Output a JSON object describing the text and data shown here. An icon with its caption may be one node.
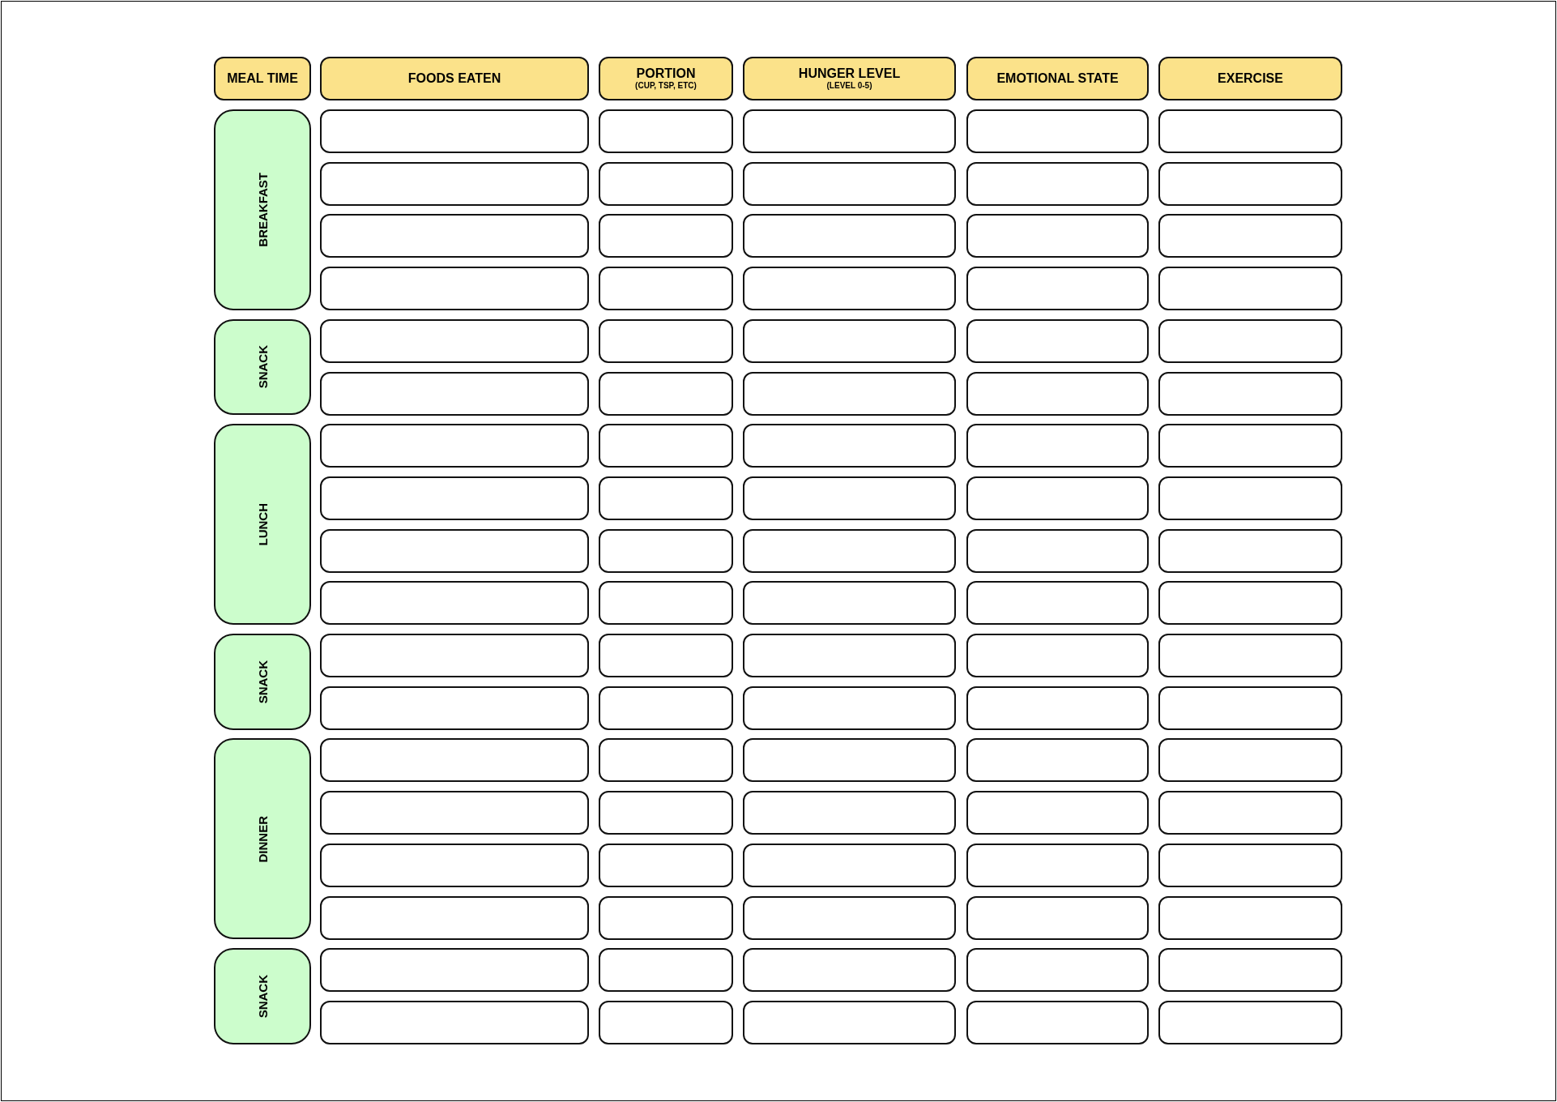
{
  "diagram": {
    "nodes": [
      {
        "text": [
          "MEAL TIME"
        ]
      },
      {
        "text": [
          "FOODS EATEN"
        ]
      },
      {
        "text": [
          "PORTION",
          "(CUP, TSP, ETC)"
        ]
      },
      {
        "text": [
          "HUNGER LEVEL",
          "(LEVEL 0-5)"
        ]
      },
      {
        "text": [
          "EMOTIONAL STATE"
        ]
      },
      {
        "text": [
          "EXERCISE"
        ]
      },
      {
        "text": [
          "BREAKFAST"
        ]
      },
      {
        "text": [],
        "shape": "box"
      },
      {
        "text": [],
        "shape": "box"
      },
      {
        "text": [],
        "shape": "box"
      },
      {
        "text": [],
        "shape": "box"
      },
      {
        "text": [],
        "shape": "box"
      },
      {
        "text": [],
        "shape": "box"
      },
      {
        "text": [],
        "shape": "box"
      },
      {
        "text": [],
        "shape": "box"
      },
      {
        "text": [],
        "shape": "box"
      },
      {
        "text": [],
        "shape": "box"
      },
      {
        "text": [],
        "shape": "box"
      },
      {
        "text": [],
        "shape": "box"
      },
      {
        "text": [],
        "shape": "box"
      },
      {
        "text": [],
        "shape": "box"
      },
      {
        "text": [],
        "shape": "box"
      },
      {
        "text": [],
        "shape": "box"
      },
      {
        "text": [],
        "shape": "box"
      },
      {
        "text": [],
        "shape": "box"
      },
      {
        "text": [],
        "shape": "box"
      },
      {
        "text": [],
        "shape": "box"
      },
      {
        "text": [
          "SNACK"
        ]
      },
      {
        "text": [],
        "shape": "box"
      },
      {
        "text": [],
        "shape": "box"
      },
      {
        "text": [],
        "shape": "box"
      },
      {
        "text": [],
        "shape": "box"
      },
      {
        "text": [],
        "shape": "box"
      },
      {
        "text": [],
        "shape": "box"
      },
      {
        "text": [],
        "shape": "box"
      },
      {
        "text": [],
        "shape": "box"
      },
      {
        "text": [],
        "shape": "box"
      },
      {
        "text": [],
        "shape": "box"
      },
      {
        "text": [
          "LUNCH"
        ]
      },
      {
        "text": [],
        "shape": "box"
      },
      {
        "text": [],
        "shape": "box"
      },
      {
        "text": [],
        "shape": "box"
      },
      {
        "text": [],
        "shape": "box"
      },
      {
        "text": [],
        "shape": "box"
      },
      {
        "text": [],
        "shape": "box"
      },
      {
        "text": [],
        "shape": "box"
      },
      {
        "text": [],
        "shape": "box"
      },
      {
        "text": [],
        "shape": "box"
      },
      {
        "text": [],
        "shape": "box"
      },
      {
        "text": [],
        "shape": "box"
      },
      {
        "text": [],
        "shape": "box"
      },
      {
        "text": [],
        "shape": "box"
      },
      {
        "text": [],
        "shape": "box"
      },
      {
        "text": [],
        "shape": "box"
      },
      {
        "text": [],
        "shape": "box"
      },
      {
        "text": [],
        "shape": "box"
      },
      {
        "text": [],
        "shape": "box"
      },
      {
        "text": [],
        "shape": "box"
      },
      {
        "text": [],
        "shape": "box"
      },
      {
        "text": [
          "SNACK"
        ]
      },
      {
        "text": [],
        "shape": "box"
      },
      {
        "text": [],
        "shape": "box"
      },
      {
        "text": [],
        "shape": "box"
      },
      {
        "text": [],
        "shape": "box"
      },
      {
        "text": [],
        "shape": "box"
      },
      {
        "text": [],
        "shape": "box"
      },
      {
        "text": [],
        "shape": "box"
      },
      {
        "text": [],
        "shape": "box"
      },
      {
        "text": [],
        "shape": "box"
      },
      {
        "text": [],
        "shape": "box"
      },
      {
        "text": [
          "DINNER"
        ]
      },
      {
        "text": [],
        "shape": "box"
      },
      {
        "text": [],
        "shape": "box"
      },
      {
        "text": [],
        "shape": "box"
      },
      {
        "text": [],
        "shape": "box"
      },
      {
        "text": [],
        "shape": "box"
      },
      {
        "text": [],
        "shape": "box"
      },
      {
        "text": [],
        "shape": "box"
      },
      {
        "text": [],
        "shape": "box"
      },
      {
        "text": [],
        "shape": "box"
      },
      {
        "text": [],
        "shape": "box"
      },
      {
        "text": [],
        "shape": "box"
      },
      {
        "text": [],
        "shape": "box"
      },
      {
        "text": [],
        "shape": "box"
      },
      {
        "text": [],
        "shape": "box"
      },
      {
        "text": [],
        "shape": "box"
      },
      {
        "text": [],
        "shape": "box"
      },
      {
        "text": [],
        "shape": "box"
      },
      {
        "text": [],
        "shape": "box"
      },
      {
        "text": [],
        "shape": "box"
      },
      {
        "text": [],
        "shape": "box"
      },
      {
        "text": [
          "SNACK"
        ]
      },
      {
        "text": [],
        "shape": "box"
      },
      {
        "text": [],
        "shape": "box"
      },
      {
        "text": [],
        "shape": "box"
      },
      {
        "text": [],
        "shape": "box"
      },
      {
        "text": [],
        "shape": "box"
      },
      {
        "text": [],
        "shape": "box"
      },
      {
        "text": [],
        "shape": "box"
      },
      {
        "text": [],
        "shape": "box"
      },
      {
        "text": [],
        "shape": "box"
      },
      {
        "text": [],
        "shape": "box"
      }
    ]
  }
}
